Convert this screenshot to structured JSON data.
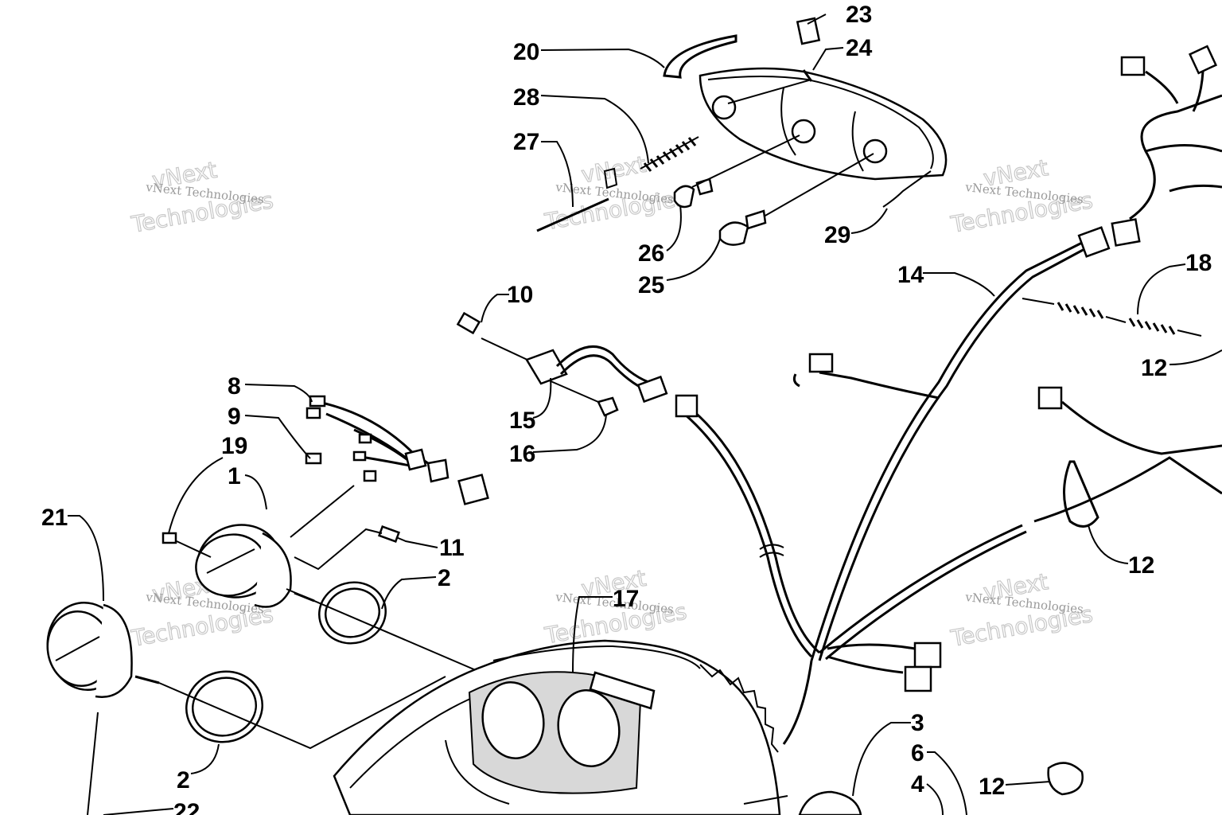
{
  "callouts": [
    {
      "id": "c23",
      "text": "23"
    },
    {
      "id": "c24",
      "text": "24"
    },
    {
      "id": "c20",
      "text": "20"
    },
    {
      "id": "c28",
      "text": "28"
    },
    {
      "id": "c27",
      "text": "27"
    },
    {
      "id": "c26",
      "text": "26"
    },
    {
      "id": "c25",
      "text": "25"
    },
    {
      "id": "c29",
      "text": "29"
    },
    {
      "id": "c14",
      "text": "14"
    },
    {
      "id": "c18",
      "text": "18"
    },
    {
      "id": "c12a",
      "text": "12"
    },
    {
      "id": "c10",
      "text": "10"
    },
    {
      "id": "c15",
      "text": "15"
    },
    {
      "id": "c16",
      "text": "16"
    },
    {
      "id": "c8",
      "text": "8"
    },
    {
      "id": "c9",
      "text": "9"
    },
    {
      "id": "c19",
      "text": "19"
    },
    {
      "id": "c1",
      "text": "1"
    },
    {
      "id": "c21",
      "text": "21"
    },
    {
      "id": "c11",
      "text": "11"
    },
    {
      "id": "c2a",
      "text": "2"
    },
    {
      "id": "c17",
      "text": "17"
    },
    {
      "id": "c12b",
      "text": "12"
    },
    {
      "id": "c2b",
      "text": "2"
    },
    {
      "id": "c22",
      "text": "22"
    },
    {
      "id": "c3",
      "text": "3"
    },
    {
      "id": "c6",
      "text": "6"
    },
    {
      "id": "c4",
      "text": "4"
    },
    {
      "id": "c12c",
      "text": "12"
    }
  ],
  "watermark": {
    "brand": "vNext",
    "line": "vNext Technologies",
    "word": "Technologies"
  }
}
